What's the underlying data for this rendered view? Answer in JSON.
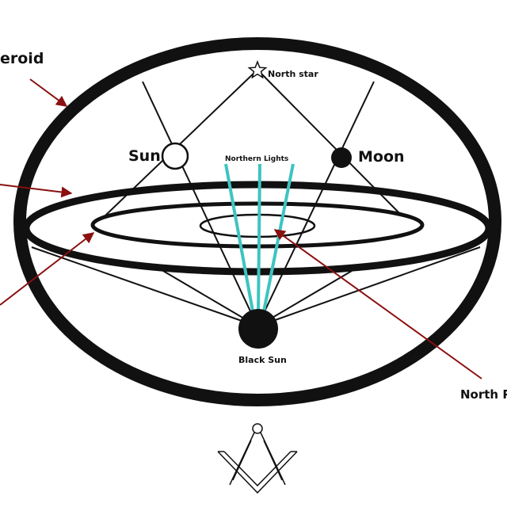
{
  "labels": {
    "spheroid": "eroid",
    "north_star": "North star",
    "sun": "Sun",
    "moon": "Moon",
    "northern_lights": "Northern Lights",
    "black_sun": "Black Sun",
    "north_pole": "North Po"
  },
  "colors": {
    "ink": "#111111",
    "arrow": "#8b1010",
    "aurora": "#3fc4c0",
    "background": "#ffffff"
  },
  "symbol": "square-and-compass"
}
